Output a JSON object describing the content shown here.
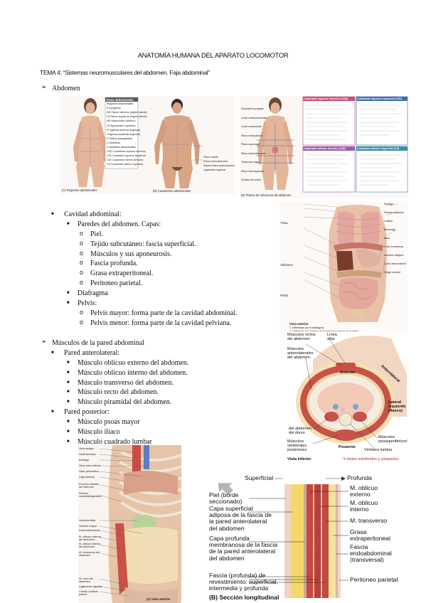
{
  "header": {
    "title": "ANATOMÍA HUMANA DEL APARATO LOCOMOTOR",
    "tema": "TEMA 4: “Sistemas neuromusculares del abdomen. Faja abdominal”"
  },
  "sections": {
    "abdomen": {
      "heading": "Abdomen",
      "cavidad": "Cavidad abdominal:",
      "paredes": "Paredes del abdomen. Capas:",
      "capas": [
        "Piel.",
        "Tejido subcutáneo: fascia superficial.",
        "Músculos y sus aponeurosis.",
        "Fascia profunda.",
        "Grasa extraperitoneal.",
        "Peritoneo parietal."
      ],
      "diafragma": "Diafragma",
      "pelvis": "Pelvis:",
      "pelvis_items": [
        "Pelvis mayor: forma parte de la cavidad abdominal.",
        "Pelvis menor: forma parte de la cavidad pelviana."
      ]
    },
    "musculos": {
      "heading": "Músculos de la pared abdominal",
      "anterolateral": "Pared anterolateral:",
      "anterolateral_items": [
        "Músculo oblicuo externo del abdomen.",
        "Músculo oblicuo interno del abdomen.",
        "Músculo transverso del abdomen.",
        "Músculo recto del abdomen.",
        "Músculo piramidal del abdomen."
      ],
      "posterior": "Pared posterior:",
      "posterior_items": [
        "Músculo psoas mayor",
        "Músculo ilíaco",
        "Músculo cuadrado lumbar"
      ]
    }
  },
  "figures": {
    "regions": {
      "box_title": "Áreas abdominales",
      "lines": [
        "Regiones abdominales",
        "E   Epigastrio",
        "HD  Flanco derecho (región lateral)",
        "HI  Flanco izquierdo (región lateral)",
        "HD  Hipocondrio derecho",
        "HI  Hipocondrio izquierdo",
        "R   Inguinal derecha (inguinal)",
        "I   Inguinal izquierda (inguinal)",
        "P   Púbica (hipogastrio)",
        "U   Umbilical",
        "Cuadrantes abdominales",
        "CSD Cuadrante superior derecho",
        "CSI Cuadrante superior izquierdo",
        "CID Cuadrante inferior derecho",
        "CII Cuadrante inferior izquierdo"
      ],
      "side_labels": [
        "Plano medio",
        "Plano intertubercular",
        "Espina ilíaca anterosuperior",
        "Ligamento inguinal"
      ],
      "captions": [
        "(A) Regiones abdominales",
        "(B) Cuadrantes abdominales"
      ]
    },
    "quadrants": {
      "left_labels": [
        "Escotadura yugular",
        "Línea medioclavicular",
        "Línea medioaxilar",
        "Plano transpilórico",
        "Plano subcostal",
        "Plano intertubercular",
        "Tubérculo ilíaco",
        "Plano interespinoso",
        "Sínfisis del pubis"
      ],
      "boxes": [
        {
          "title": "Cuadrante superior derecho (CSD)",
          "color": "#c94f7c"
        },
        {
          "title": "Cuadrante superior izquierdo (CSI)",
          "color": "#3f6fb5"
        },
        {
          "title": "Cuadrante inferior derecho (CID)",
          "color": "#9a5fb0"
        },
        {
          "title": "Cuadrante inferior izquierdo (CII)",
          "color": "#3d8fa8"
        }
      ],
      "caption": "(B) Planos de referencia del abdomen"
    },
    "cavity": {
      "labels_left": [
        "Tórax",
        "Abdomen",
        "Pelvis"
      ],
      "labels_right": [
        "Esófago",
        "Pulmón izquierdo",
        "Costilla",
        "Estómago",
        "Bazo",
        "Colon transverso",
        "Intestino delgado",
        "Colon descendente",
        "Vejiga urinaria"
      ],
      "caption": "Vista anterior",
      "notes": [
        "1. Delimitado por el diafragma",
        "2. Delimitado por el plano de la abertura superior de la pelvis"
      ]
    },
    "crosssection": {
      "labels": [
        "Músculos rectos del abdomen",
        "Línea alba",
        "Músculos anterolaterales del abdomen",
        "Anterior",
        "Anterolateral",
        "Lateral izquierdo (flanco)",
        "Posterior",
        "del abdomen del dorso",
        "Músculos vertebrales posteriores",
        "Músculos psoasperiféricos*",
        "Vértebra lumbar",
        "Vista inferior",
        "*Límites indefinidos y solapados"
      ]
    },
    "posterior_wall": {
      "labels": [
        "Vena ácigos",
        "Aorta torácica",
        "Esófago",
        "Vena cava inferior",
        "Saco pericárdico",
        "Caja torácica",
        "Proceso xifoides del esternón",
        "Receso costodiafragmático",
        "Vesícula biliar",
        "Omento mayor",
        "Pared abdominal",
        "M. oblicuo externo del abdomen",
        "M. oblicuo interno del abdomen",
        "M. transverso del abdomen",
        "M. recto del abdomen",
        "Ligamento inguinal",
        "Cresta y sínfisis púbica"
      ],
      "caption": "(A) Vista anterior"
    },
    "layers": {
      "top_left": "Superficial",
      "top_right": "Profunda",
      "left_labels": [
        "Piel (borde seccionado)",
        "Capa superficial adiposa de la fascia de la pared anterolateral del abdomen",
        "Capa profunda membranosa de la fascia de la pared anterolateral del abdomen",
        "Fascia (profunda) de revestimiento: superficial, intermedia y profunda"
      ],
      "right_labels": [
        "M. oblicuo externo",
        "M. oblicuo interno",
        "M. transverso",
        "Grasa extraperitoneal",
        "Fascia endoabdominal (transversal)",
        "Peritoneo parietal"
      ],
      "caption": "(B) Sección longitudinal"
    }
  },
  "colors": {
    "skin": "#e3b59a",
    "muscle": "#c0504d",
    "fat": "#f2d37a",
    "accent_blue": "#3f6fb5"
  }
}
